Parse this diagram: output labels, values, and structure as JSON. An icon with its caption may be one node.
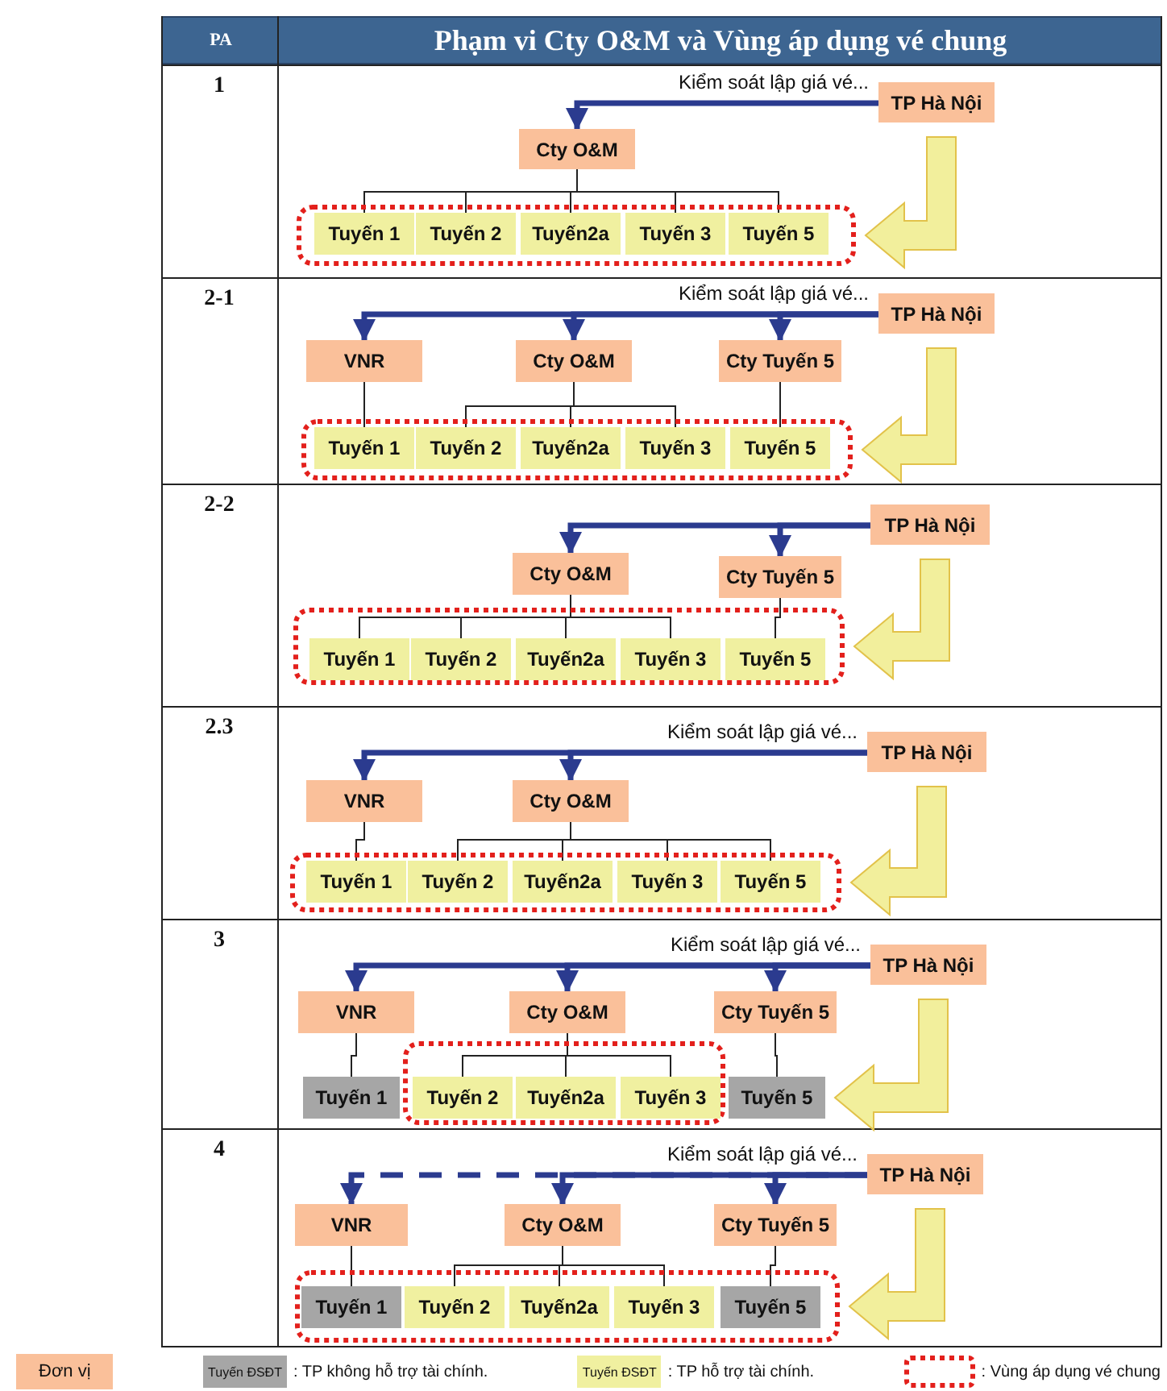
{
  "diagram": {
    "title": "Phạm vi Cty O&M và Vùng áp dụng vé chung",
    "nodes": [
      {
        "text": [
          "TP Hà Nội"
        ]
      },
      {
        "text": [
          "Cty O&M"
        ]
      },
      {
        "text": [],
        "shape": "box"
      },
      {
        "text": [
          "Tuyến 1"
        ],
        "in": 2
      },
      {
        "text": [
          "Tuyến 2"
        ],
        "in": 2
      },
      {
        "text": [
          "Tuyến2a"
        ],
        "in": 2
      },
      {
        "text": [
          "Tuyến 3"
        ],
        "in": 2
      },
      {
        "text": [
          "Tuyến 5"
        ],
        "in": 2
      },
      {
        "text": [
          "TP Hà Nội"
        ]
      },
      {
        "text": [
          "VNR"
        ]
      },
      {
        "text": [
          "Cty O&M"
        ]
      },
      {
        "text": [
          "Cty Tuyến 5"
        ]
      },
      {
        "text": [],
        "shape": "box"
      },
      {
        "text": [
          "Tuyến 1"
        ],
        "in": 12
      },
      {
        "text": [
          "Tuyến 2"
        ],
        "in": 12
      },
      {
        "text": [
          "Tuyến2a"
        ],
        "in": 12
      },
      {
        "text": [
          "Tuyến 3"
        ],
        "in": 12
      },
      {
        "text": [
          "Tuyến 5"
        ],
        "in": 12
      },
      {
        "text": [
          "TP Hà Nội"
        ]
      },
      {
        "text": [
          "Cty O&M"
        ]
      },
      {
        "text": [
          "Cty Tuyến 5"
        ]
      },
      {
        "text": [],
        "shape": "box"
      },
      {
        "text": [
          "Tuyến 1"
        ],
        "in": 21
      },
      {
        "text": [
          "Tuyến 2"
        ],
        "in": 21
      },
      {
        "text": [
          "Tuyến2a"
        ],
        "in": 21
      },
      {
        "text": [
          "Tuyến 3"
        ],
        "in": 21
      },
      {
        "text": [
          "Tuyến 5"
        ],
        "in": 21
      },
      {
        "text": [
          "TP Hà Nội"
        ]
      },
      {
        "text": [
          "VNR"
        ]
      },
      {
        "text": [
          "Cty O&M"
        ]
      },
      {
        "text": [],
        "shape": "box"
      },
      {
        "text": [
          "Tuyến 1"
        ],
        "in": 30
      },
      {
        "text": [
          "Tuyến 2"
        ],
        "in": 30
      },
      {
        "text": [
          "Tuyến2a"
        ],
        "in": 30
      },
      {
        "text": [
          "Tuyến 3"
        ],
        "in": 30
      },
      {
        "text": [
          "Tuyến 5"
        ],
        "in": 30
      },
      {
        "text": [
          "TP Hà Nội"
        ]
      },
      {
        "text": [
          "VNR"
        ]
      },
      {
        "text": [
          "Cty O&M"
        ]
      },
      {
        "text": [
          "Cty Tuyến 5"
        ]
      },
      {
        "text": [
          "Tuyến 1"
        ]
      },
      {
        "text": [],
        "shape": "box"
      },
      {
        "text": [
          "Tuyến 2"
        ],
        "in": 41
      },
      {
        "text": [
          "Tuyến2a"
        ],
        "in": 41
      },
      {
        "text": [
          "Tuyến 3"
        ],
        "in": 41
      },
      {
        "text": [
          "Tuyến 5"
        ]
      },
      {
        "text": [
          "TP Hà Nội"
        ]
      },
      {
        "text": [
          "VNR"
        ]
      },
      {
        "text": [
          "Cty O&M"
        ]
      },
      {
        "text": [
          "Cty Tuyến 5"
        ]
      },
      {
        "text": [],
        "shape": "box"
      },
      {
        "text": [
          "Tuyến 1"
        ],
        "in": 50
      },
      {
        "text": [
          "Tuyến 2"
        ],
        "in": 50
      },
      {
        "text": [
          "Tuyến2a"
        ],
        "in": 50
      },
      {
        "text": [
          "Tuyến 3"
        ],
        "in": 50
      },
      {
        "text": [
          "Tuyến 5"
        ],
        "in": 50
      }
    ],
    "edges": [
      {
        "from": 0,
        "to": 1,
        "arrow": "to",
        "label": "Kiểm soát lập giá vé...",
        "style": "thick",
        "color": "#2b3b8f"
      },
      {
        "from": 1,
        "to": 3,
        "arrow": "none"
      },
      {
        "from": 1,
        "to": 4,
        "arrow": "none"
      },
      {
        "from": 1,
        "to": 5,
        "arrow": "none"
      },
      {
        "from": 1,
        "to": 6,
        "arrow": "none"
      },
      {
        "from": 1,
        "to": 7,
        "arrow": "none"
      },
      {
        "from": 0,
        "to": 2,
        "arrow": "to",
        "style": "thick",
        "color": "#f2ef9c"
      },
      {
        "from": 8,
        "to": 9,
        "arrow": "to",
        "label": "Kiểm soát lập giá vé...",
        "style": "thick",
        "color": "#2b3b8f"
      },
      {
        "from": 8,
        "to": 10,
        "arrow": "to",
        "style": "thick",
        "color": "#2b3b8f"
      },
      {
        "from": 8,
        "to": 11,
        "arrow": "to",
        "style": "thick",
        "color": "#2b3b8f"
      },
      {
        "from": 9,
        "to": 13,
        "arrow": "none"
      },
      {
        "from": 10,
        "to": 14,
        "arrow": "none"
      },
      {
        "from": 10,
        "to": 15,
        "arrow": "none"
      },
      {
        "from": 10,
        "to": 16,
        "arrow": "none"
      },
      {
        "from": 11,
        "to": 17,
        "arrow": "none"
      },
      {
        "from": 8,
        "to": 12,
        "arrow": "to",
        "style": "thick",
        "color": "#f2ef9c"
      },
      {
        "from": 18,
        "to": 19,
        "arrow": "to",
        "style": "thick",
        "color": "#2b3b8f"
      },
      {
        "from": 18,
        "to": 20,
        "arrow": "to",
        "style": "thick",
        "color": "#2b3b8f"
      },
      {
        "from": 19,
        "to": 22,
        "arrow": "none"
      },
      {
        "from": 19,
        "to": 23,
        "arrow": "none"
      },
      {
        "from": 19,
        "to": 24,
        "arrow": "none"
      },
      {
        "from": 19,
        "to": 25,
        "arrow": "none"
      },
      {
        "from": 20,
        "to": 26,
        "arrow": "none"
      },
      {
        "from": 18,
        "to": 21,
        "arrow": "to",
        "style": "thick",
        "color": "#f2ef9c"
      },
      {
        "from": 27,
        "to": 28,
        "arrow": "to",
        "label": "Kiểm soát lập giá vé...",
        "style": "thick",
        "color": "#2b3b8f"
      },
      {
        "from": 27,
        "to": 29,
        "arrow": "to",
        "style": "thick",
        "color": "#2b3b8f"
      },
      {
        "from": 28,
        "to": 31,
        "arrow": "none"
      },
      {
        "from": 29,
        "to": 32,
        "arrow": "none"
      },
      {
        "from": 29,
        "to": 33,
        "arrow": "none"
      },
      {
        "from": 29,
        "to": 34,
        "arrow": "none"
      },
      {
        "from": 29,
        "to": 35,
        "arrow": "none"
      },
      {
        "from": 27,
        "to": 30,
        "arrow": "to",
        "style": "thick",
        "color": "#f2ef9c"
      },
      {
        "from": 36,
        "to": 37,
        "arrow": "to",
        "label": "Kiểm soát lập giá vé...",
        "style": "thick",
        "color": "#2b3b8f"
      },
      {
        "from": 36,
        "to": 38,
        "arrow": "to",
        "style": "thick",
        "color": "#2b3b8f"
      },
      {
        "from": 36,
        "to": 39,
        "arrow": "to",
        "style": "thick",
        "color": "#2b3b8f"
      },
      {
        "from": 37,
        "to": 40,
        "arrow": "none"
      },
      {
        "from": 38,
        "to": 42,
        "arrow": "none"
      },
      {
        "from": 38,
        "to": 43,
        "arrow": "none"
      },
      {
        "from": 38,
        "to": 44,
        "arrow": "none"
      },
      {
        "from": 39,
        "to": 45,
        "arrow": "none"
      },
      {
        "from": 36,
        "to": 45,
        "arrow": "to",
        "style": "thick",
        "color": "#f2ef9c"
      },
      {
        "from": 46,
        "to": 47,
        "arrow": "to",
        "style": "dashed",
        "color": "#2b3b8f"
      },
      {
        "from": 46,
        "to": 48,
        "arrow": "to",
        "label": "Kiểm soát lập giá vé...",
        "style": "thick",
        "color": "#2b3b8f"
      },
      {
        "from": 46,
        "to": 49,
        "arrow": "to",
        "style": "thick",
        "color": "#2b3b8f"
      },
      {
        "from": 47,
        "to": 51,
        "arrow": "none"
      },
      {
        "from": 48,
        "to": 52,
        "arrow": "none"
      },
      {
        "from": 48,
        "to": 53,
        "arrow": "none"
      },
      {
        "from": 48,
        "to": 54,
        "arrow": "none"
      },
      {
        "from": 49,
        "to": 55,
        "arrow": "none"
      },
      {
        "from": 46,
        "to": 50,
        "arrow": "to",
        "style": "thick",
        "color": "#f2ef9c"
      }
    ],
    "labels": [
      "PA",
      "1",
      "2-1",
      "2-2",
      "2.3",
      "3",
      "4",
      "Tuyến ĐSĐT",
      "Tuyến ĐSĐT"
    ],
    "legend": [
      {
        "text": "Đơn vị",
        "color": "#fac09a"
      },
      {
        "text": ": TP không hỗ trợ tài chính.",
        "color": "#a6a6a6"
      },
      {
        "text": ": TP hỗ trợ tài chính.",
        "color": "#f0f0a0"
      },
      {
        "text": ": Vùng áp dụng vé chung"
      }
    ]
  }
}
